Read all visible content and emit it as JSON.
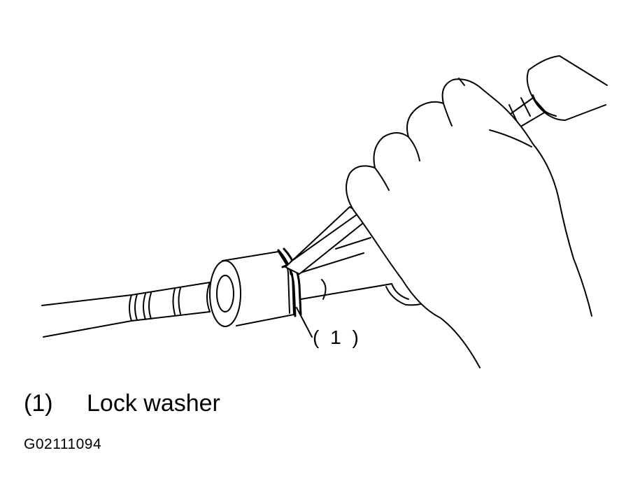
{
  "callout": {
    "label": "( 1 )"
  },
  "legend": {
    "number": "(1)",
    "text": "Lock washer"
  },
  "figure_id": "G02111094"
}
